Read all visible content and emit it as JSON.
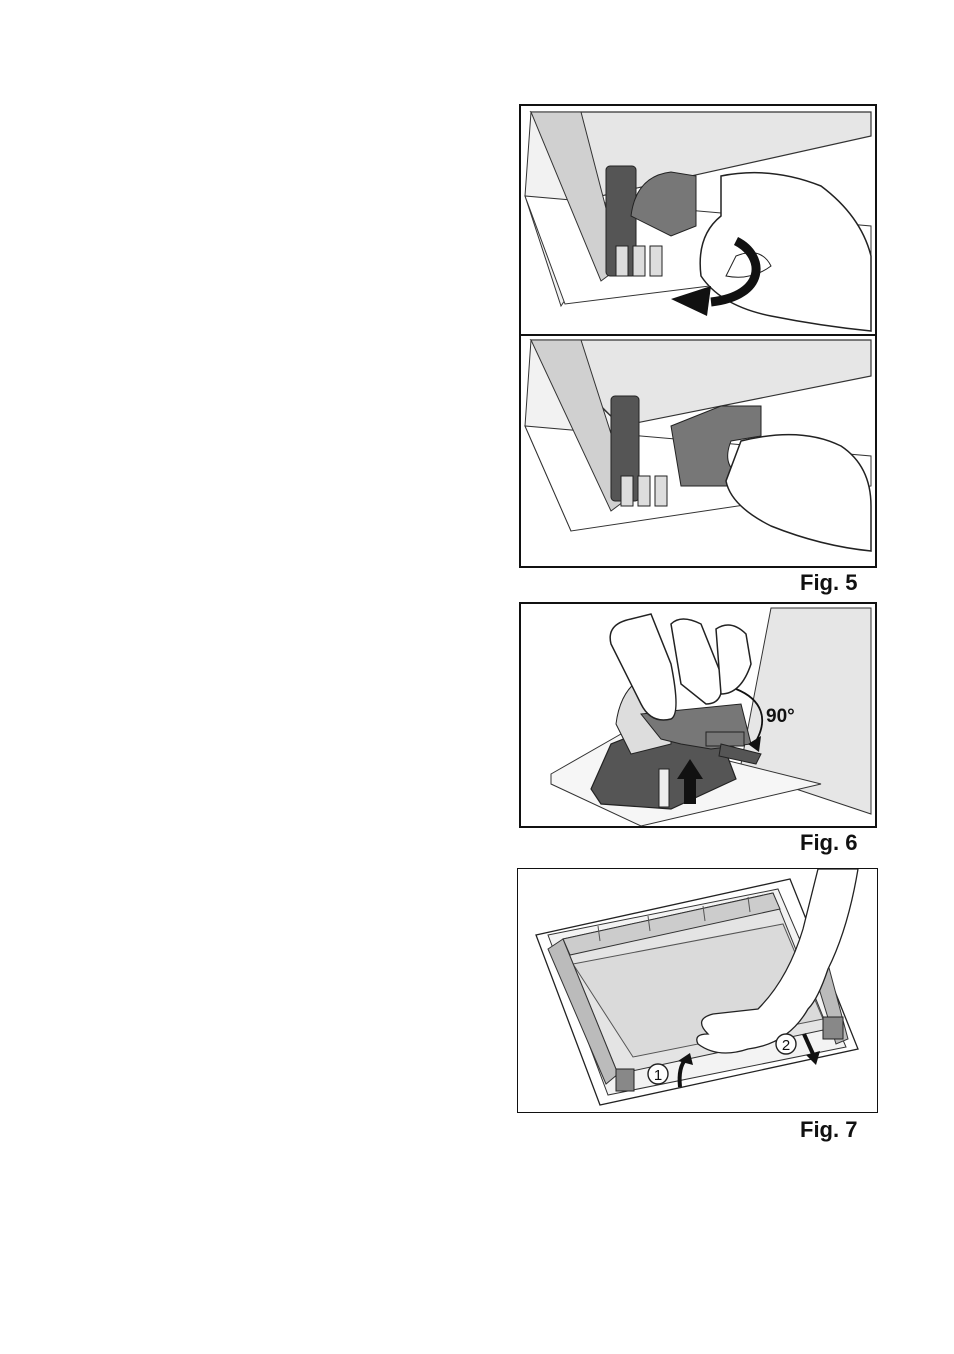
{
  "figures": [
    {
      "caption": "Fig. 5"
    },
    {
      "caption": "Fig. 6",
      "angle_label": "90°"
    },
    {
      "caption": "Fig. 7",
      "step_1": "1",
      "step_2": "2"
    }
  ]
}
